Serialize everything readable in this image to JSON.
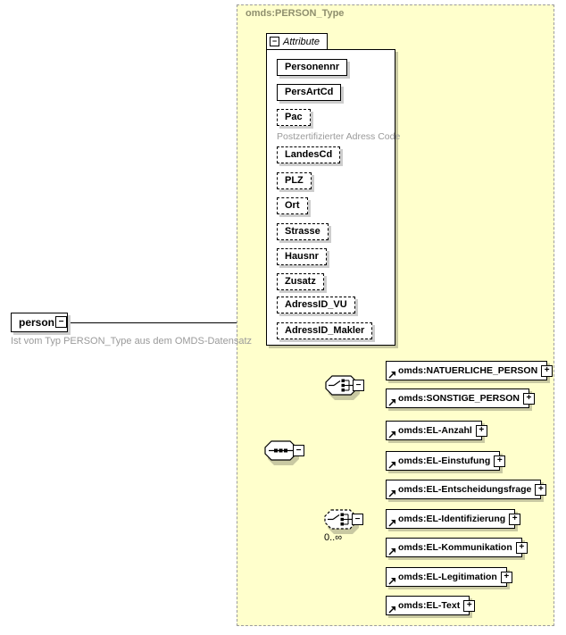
{
  "icons": {
    "collapse": "−",
    "expand": "+"
  },
  "person": {
    "label": "person",
    "caption": "Ist vom Typ PERSON_Type aus dem OMDS-Datensatz"
  },
  "type_container": {
    "title": "omds:PERSON_Type"
  },
  "attributes": {
    "header": "Attribute",
    "items": [
      {
        "label": "Personennr",
        "required": true
      },
      {
        "label": "PersArtCd",
        "required": true
      },
      {
        "label": "Pac",
        "required": false,
        "annotation": "Postzertifizierter Adress Code"
      },
      {
        "label": "LandesCd",
        "required": false
      },
      {
        "label": "PLZ",
        "required": false
      },
      {
        "label": "Ort",
        "required": false
      },
      {
        "label": "Strasse",
        "required": false
      },
      {
        "label": "Hausnr",
        "required": false
      },
      {
        "label": "Zusatz",
        "required": false
      },
      {
        "label": "AdressID_VU",
        "required": false
      },
      {
        "label": "AdressID_Makler",
        "required": false
      }
    ]
  },
  "content_model": {
    "sequence": {
      "type": "sequence"
    },
    "choice_persons": {
      "type": "choice",
      "elements": [
        {
          "label": "omds:NATUERLICHE_PERSON"
        },
        {
          "label": "omds:SONSTIGE_PERSON"
        }
      ]
    },
    "choice_el": {
      "type": "choice",
      "occurrence": "0..∞",
      "elements": [
        {
          "label": "omds:EL-Anzahl"
        },
        {
          "label": "omds:EL-Einstufung"
        },
        {
          "label": "omds:EL-Entscheidungsfrage"
        },
        {
          "label": "omds:EL-Identifizierung"
        },
        {
          "label": "omds:EL-Kommunikation"
        },
        {
          "label": "omds:EL-Legitimation"
        },
        {
          "label": "omds:EL-Text"
        }
      ]
    }
  }
}
